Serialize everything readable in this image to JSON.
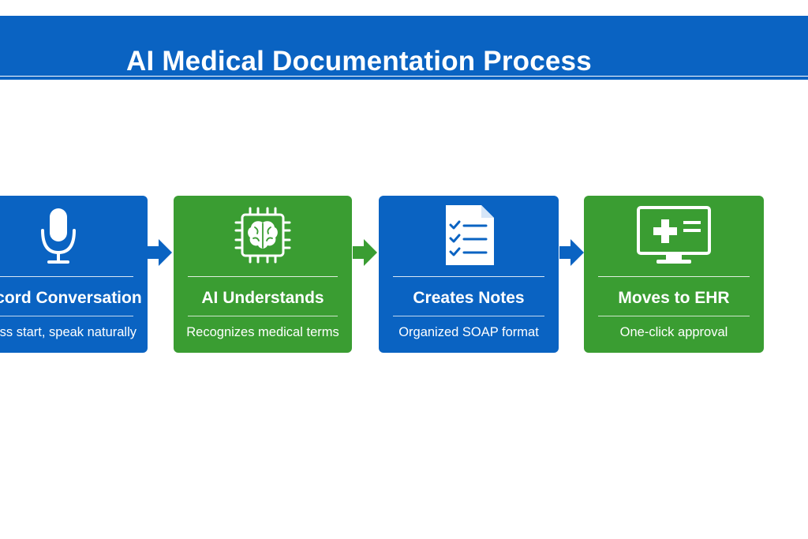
{
  "title": "AI Medical Documentation Process",
  "colors": {
    "blue": "#0a63c2",
    "green": "#3a9d32",
    "white": "#ffffff"
  },
  "steps": [
    {
      "title": "Record Conversation",
      "description": "Press start, speak naturally",
      "icon": "microphone-icon",
      "color": "#0a63c2"
    },
    {
      "title": "AI Understands",
      "description": "Recognizes medical terms",
      "icon": "brain-chip-icon",
      "color": "#3a9d32"
    },
    {
      "title": "Creates Notes",
      "description": "Organized SOAP format",
      "icon": "checklist-document-icon",
      "color": "#0a63c2"
    },
    {
      "title": "Moves to EHR",
      "description": "One-click approval",
      "icon": "monitor-medical-cross-icon",
      "color": "#3a9d32"
    }
  ]
}
